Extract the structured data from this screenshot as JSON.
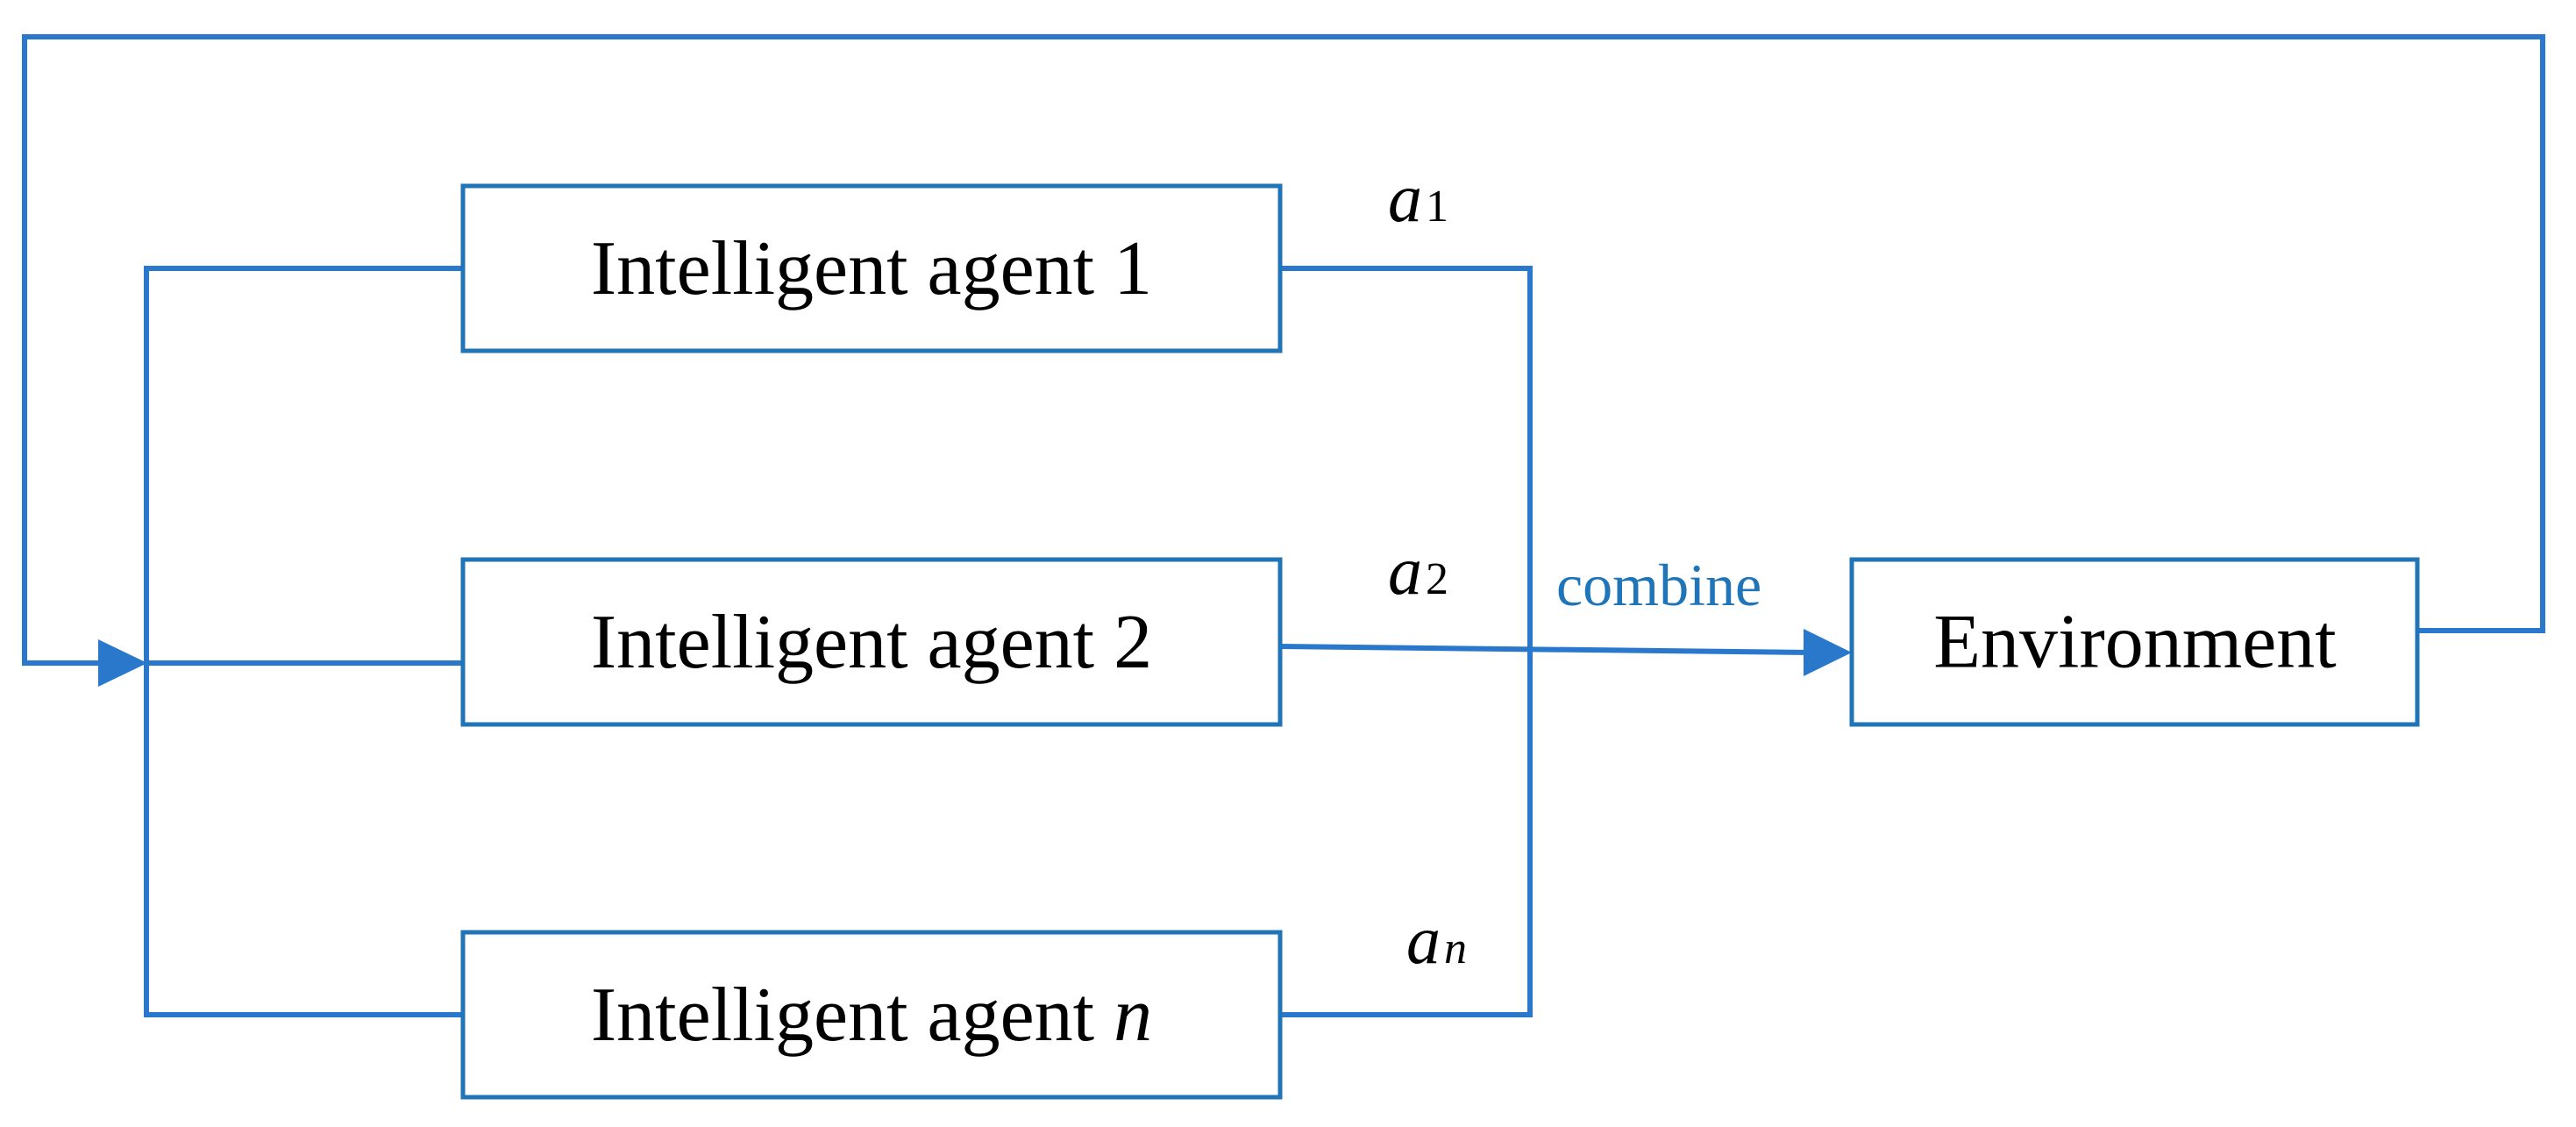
{
  "agents": [
    {
      "label": "Intelligent agent ",
      "index": "1",
      "index_italic": false,
      "action_symbol": "a",
      "action_subscript": "1",
      "subscript_italic": false
    },
    {
      "label": "Intelligent agent ",
      "index": "2",
      "index_italic": false,
      "action_symbol": "a",
      "action_subscript": "2",
      "subscript_italic": false
    },
    {
      "label": "Intelligent agent ",
      "index": "n",
      "index_italic": true,
      "action_symbol": "a",
      "action_subscript": "n",
      "subscript_italic": true
    }
  ],
  "combine_label": "combine",
  "environment_label": "Environment",
  "colors": {
    "line": "#2a78cc",
    "box_border": "#1f75b8",
    "combine_text": "#1f75b8",
    "text": "#000000"
  }
}
